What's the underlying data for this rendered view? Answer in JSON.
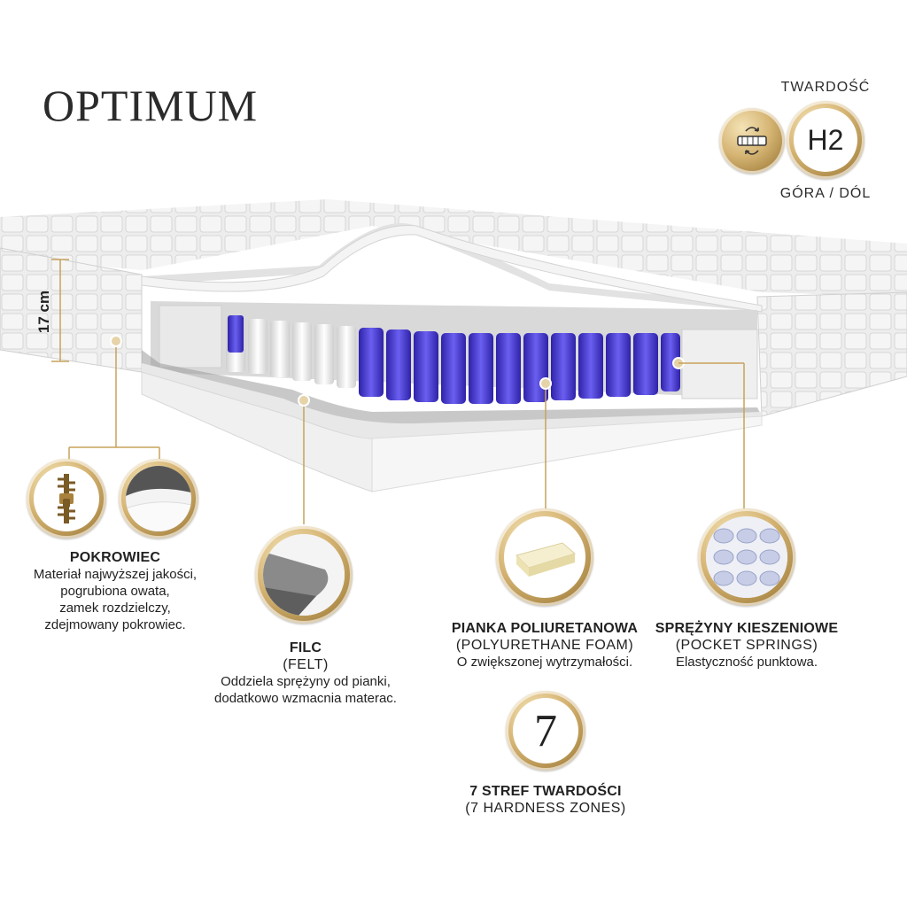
{
  "title": "OPTIMUM",
  "hardness": {
    "top_label": "TWARDOŚĆ",
    "value": "H2",
    "bottom_label": "GÓRA / DÓL",
    "icon": "flip-mattress-icon"
  },
  "height": {
    "label": "17 cm"
  },
  "features": {
    "cover": {
      "title": "POKROWIEC",
      "lines": [
        "Materiał najwyższej jakości,",
        "pogrubiona owata,",
        "zamek rozdzielczy,",
        "zdejmowany pokrowiec."
      ],
      "icons": [
        "zipper-icon",
        "fabric-sample-icon"
      ]
    },
    "felt": {
      "title": "FILC",
      "subtitle": "(FELT)",
      "lines": [
        "Oddziela sprężyny od pianki,",
        "dodatkowo wzmacnia materac."
      ],
      "icon": "felt-sample-icon"
    },
    "foam": {
      "title": "PIANKA POLIURETANOWA",
      "subtitle": "(POLYURETHANE FOAM)",
      "lines": [
        "O zwiększonej wytrzymałości."
      ],
      "icon": "foam-sample-icon"
    },
    "springs": {
      "title": "SPRĘŻYNY KIESZENIOWE",
      "subtitle": "(POCKET SPRINGS)",
      "lines": [
        "Elastyczność punktowa."
      ],
      "icon": "pocket-springs-icon"
    },
    "zones": {
      "value": "7",
      "title": "7 STREF TWARDOŚCI",
      "subtitle": "(7 HARDNESS ZONES)"
    }
  },
  "colors": {
    "gold": "#c7a25a",
    "spring_blue": "#4a3fd6",
    "mattress_grey": "#ececec"
  }
}
